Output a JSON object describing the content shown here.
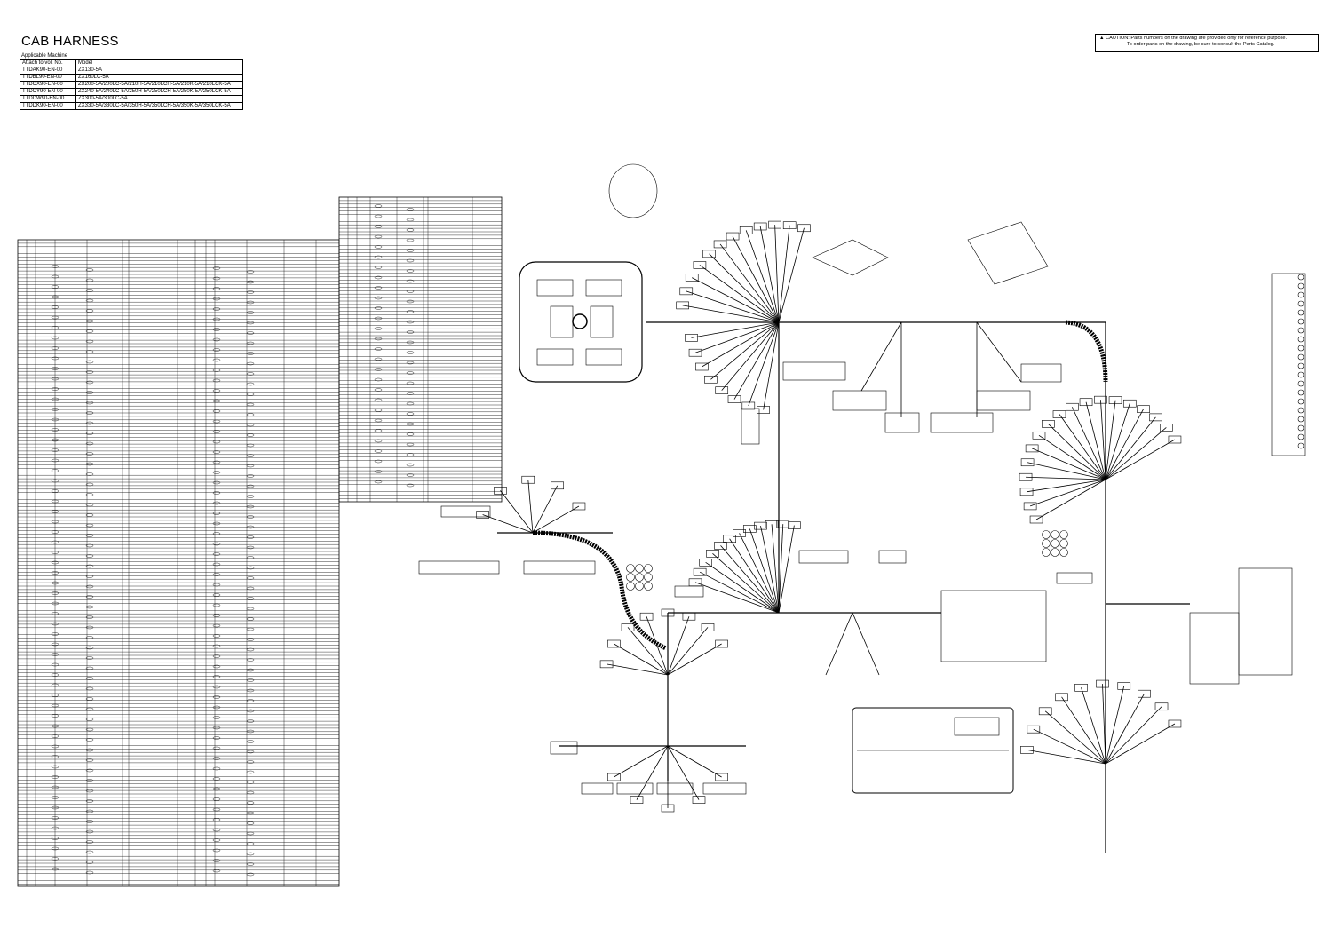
{
  "title": "CAB HARNESS",
  "applicable_machine": {
    "label": "Applicable Machine",
    "headers": [
      "Attach to vol. No.",
      "Model"
    ],
    "rows": [
      [
        "TTDAK90-EN-00",
        "ZX130-5A"
      ],
      [
        "TTDBL90-EN-00",
        "ZX160LC-5A"
      ],
      [
        "TTDCX90-EN-00",
        "ZX200-5A/200LC-5A/210H-5A/210LCH-5A/210K-5A/210LCK-5A"
      ],
      [
        "TTDCY90-EN-00",
        "ZX240-5A/240LC-5A/250H-5A/250LCH-5A/250K-5A/250LCK-5A"
      ],
      [
        "TTDDW90-EN-00",
        "ZX300-5A/300LC-5A"
      ],
      [
        "TTDDK90-EN-00",
        "ZX330-5A/330LC-5A/350H-5A/350LCH-5A/350K-5A/350LCK-5A"
      ]
    ]
  },
  "caution": {
    "icon": "warning-triangle-icon",
    "line1": "CAUTION: Parts numbers on the drawing are provided only for reference purpose.",
    "line2": "To order parts on the drawing, be sure to consult the Parts Catalog."
  }
}
